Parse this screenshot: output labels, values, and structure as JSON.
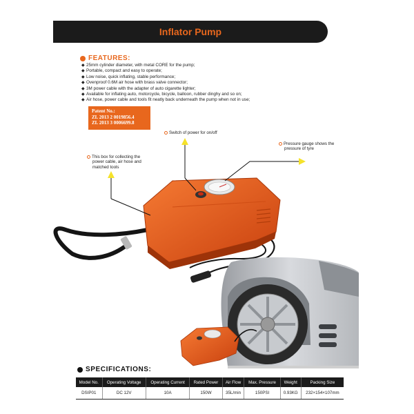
{
  "header": {
    "title": "Inflator Pump"
  },
  "features": {
    "heading": "FEATURES:",
    "items": [
      "25mm cylinder diameter, with metal CORE for the pump;",
      "Portable, compact and easy to operate;",
      "Low noise, quick inflating, stable performance;",
      "Ovenproof 0.6M air hose with brass valve connector;",
      "3M power cable with the adapter of auto cigarette lighter;",
      "Available for inflating auto, motorcycle, bicycle, balloon, rubber dinghy and so on;",
      "Air hose, power cable and tools fit neatly back underneath the pump when not in use;"
    ]
  },
  "patent": {
    "title": "Patent No.:",
    "numbers": [
      "ZL 2013 2 0019856.4",
      "ZL 2013 3 0006699.8"
    ]
  },
  "callouts": {
    "switch": "Switch of power for on/off",
    "gauge_line1": "Pressure gauge shows the",
    "gauge_line2": "pressure of tyre",
    "box_line1": "This box for collecting the",
    "box_line2": "power cable, air hose and",
    "box_line3": "matched tools"
  },
  "specifications": {
    "heading": "SPECIFICATIONS:",
    "columns": [
      "Model No.",
      "Operating Voltage",
      "Operating Current",
      "Rated Power",
      "Air Flow",
      "Max. Pressure",
      "Weight",
      "Packing Size"
    ],
    "row": [
      "DSIP01",
      "DC 12V",
      "10A",
      "150W",
      "35L/min",
      "150PSI",
      "0.93KG",
      "232×154×107mm"
    ]
  },
  "colors": {
    "accent": "#e8671d",
    "dark": "#1b1b1b",
    "product": "#e8551a"
  }
}
